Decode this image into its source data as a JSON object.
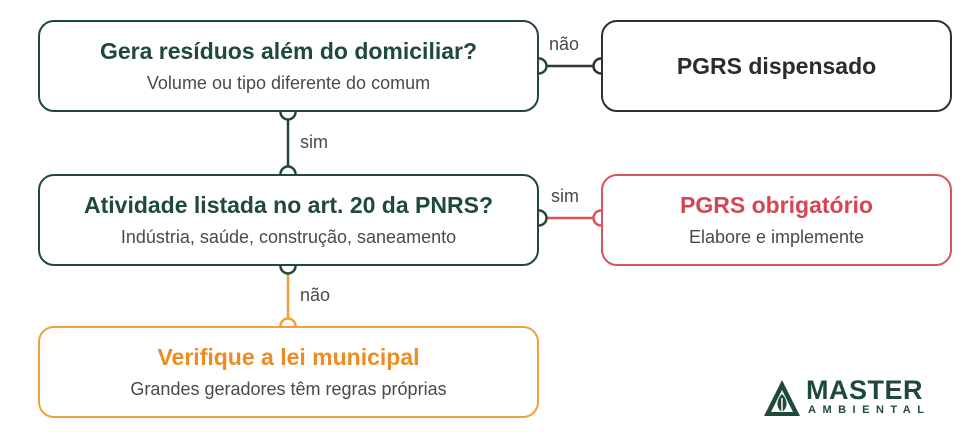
{
  "nodes": {
    "q1": {
      "title": "Gera resíduos além do domiciliar?",
      "subtitle": "Volume ou tipo diferente do comum"
    },
    "r1": {
      "title": "PGRS dispensado"
    },
    "q2": {
      "title": "Atividade listada no art. 20 da PNRS?",
      "subtitle": "Indústria, saúde, construção, saneamento"
    },
    "r2": {
      "title": "PGRS obrigatório",
      "subtitle": "Elabore e implemente"
    },
    "r3": {
      "title": "Verifique a lei municipal",
      "subtitle": "Grandes geradores têm regras próprias"
    }
  },
  "edges": {
    "q1_to_r1": "não",
    "q1_to_q2": "sim",
    "q2_to_r2": "sim",
    "q2_to_r3": "não"
  },
  "logo": {
    "name": "MASTER",
    "tagline": "AMBIENTAL"
  },
  "colors": {
    "green": "#1f4a37",
    "dark": "#2f2f2f",
    "red": "#d9535d",
    "orange": "#f2a13a"
  }
}
